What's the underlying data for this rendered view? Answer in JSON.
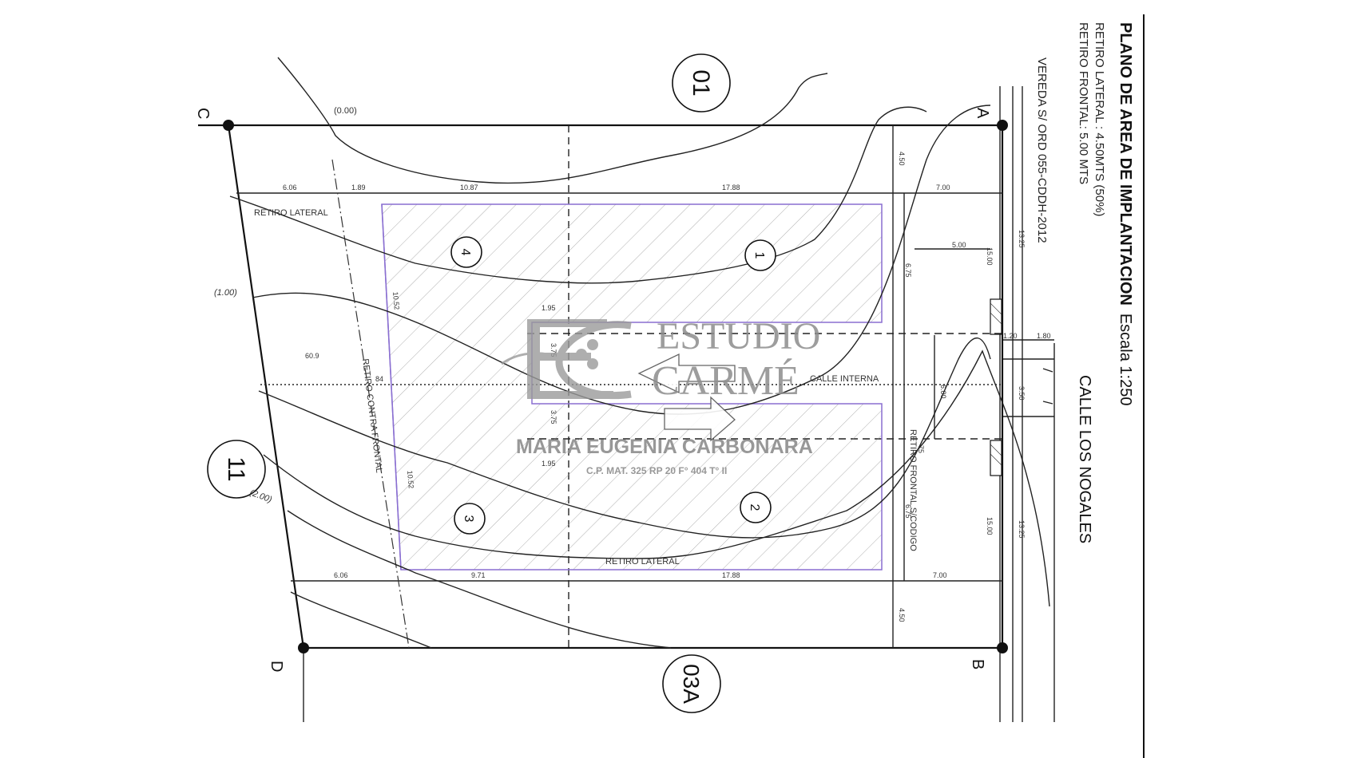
{
  "title": {
    "main": "PLANO DE AREA DE IMPLANTACION",
    "scale": "Escala 1:250",
    "retiro_lateral": "RETIRO LATERAL : 4.50MTS (50%)",
    "retiro_frontal": "RETIRO FRONTAL: 5.00 MTS"
  },
  "vereda": "VEREDA S/ ORD 055-CDDH-2012",
  "street": "CALLE LOS NOGALES",
  "corners": {
    "a": "A",
    "b": "B",
    "c": "C",
    "d": "D"
  },
  "neighbors": {
    "top": "01",
    "bottom": "03A",
    "left": "11"
  },
  "lots": [
    "1",
    "2",
    "3",
    "4"
  ],
  "labels": {
    "retiro_lateral_top": "RETIRO LATERAL",
    "retiro_lateral_bottom": "RETIRO LATERAL",
    "retiro_contra_frontal": "RETIRO CONTRA FRONTAL",
    "retiro_frontal_codigo": "RETIRO FRONTAL S/CODIGO",
    "calle_interna": "CALLE INTERNA"
  },
  "levels": {
    "l0": "(0.00)",
    "l1": "(1.00)",
    "l2": "(2.00)"
  },
  "dimensions": {
    "top_606": "6.06",
    "top_189": "1.89",
    "top_1087": "10.87",
    "top_1788": "17.88",
    "top_700": "7.00",
    "bot_606": "6.06",
    "bot_971": "9.71",
    "bot_1788": "17.88",
    "bot_700": "7.00",
    "v_450_top": "4.50",
    "v_450_bot": "4.50",
    "v_1325_top": "13.25",
    "v_1325_bot": "13.25",
    "v_1500_top": "15.00",
    "v_1500_bot": "15.00",
    "v_600": "6.00",
    "v_500": "5.00",
    "v_120": "1.20",
    "v_180": "1.80",
    "v_350": "3.50",
    "v_675_top": "6.75",
    "v_675_bot": "6.75",
    "v_1052_top": "10.52",
    "v_1052_bot": "10.52",
    "v_375_a": "3.75",
    "v_375_b": "3.75",
    "v_195_a": "1.95",
    "v_195_b": "1.95",
    "v_609": "60.9",
    "v_84": "84",
    "v_75": "75"
  },
  "watermark": {
    "line1": "ESTUDIO",
    "line2": "CARMÉ",
    "name": "MARIA EUGENIA CARBONARA",
    "mat": "C.P. MAT. 325 RP 20 F° 404 T° II"
  }
}
